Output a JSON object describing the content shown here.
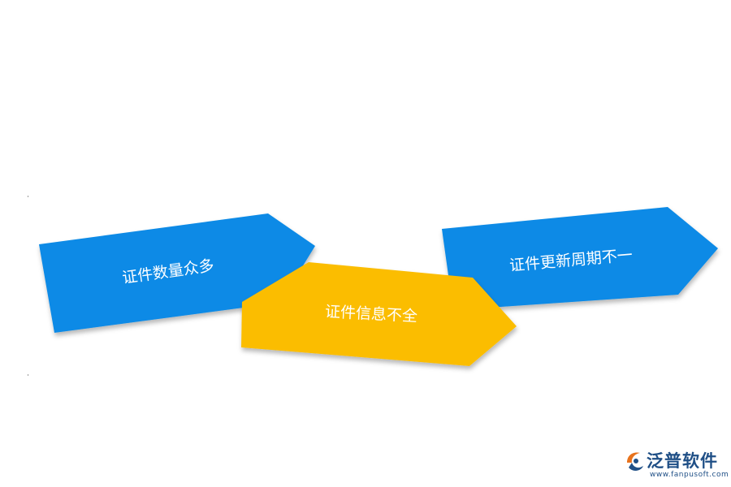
{
  "diagram": {
    "arrows": [
      {
        "label": "证件数量众多",
        "color": "#0a8ae6"
      },
      {
        "label": "证件信息不全",
        "color": "#fbbd05"
      },
      {
        "label": "证件更新周期不一",
        "color": "#0a8ae6"
      }
    ]
  },
  "logo": {
    "name": "泛普软件",
    "url": "www.fanpusoft.com",
    "icon": "fanpu-logo-icon"
  }
}
